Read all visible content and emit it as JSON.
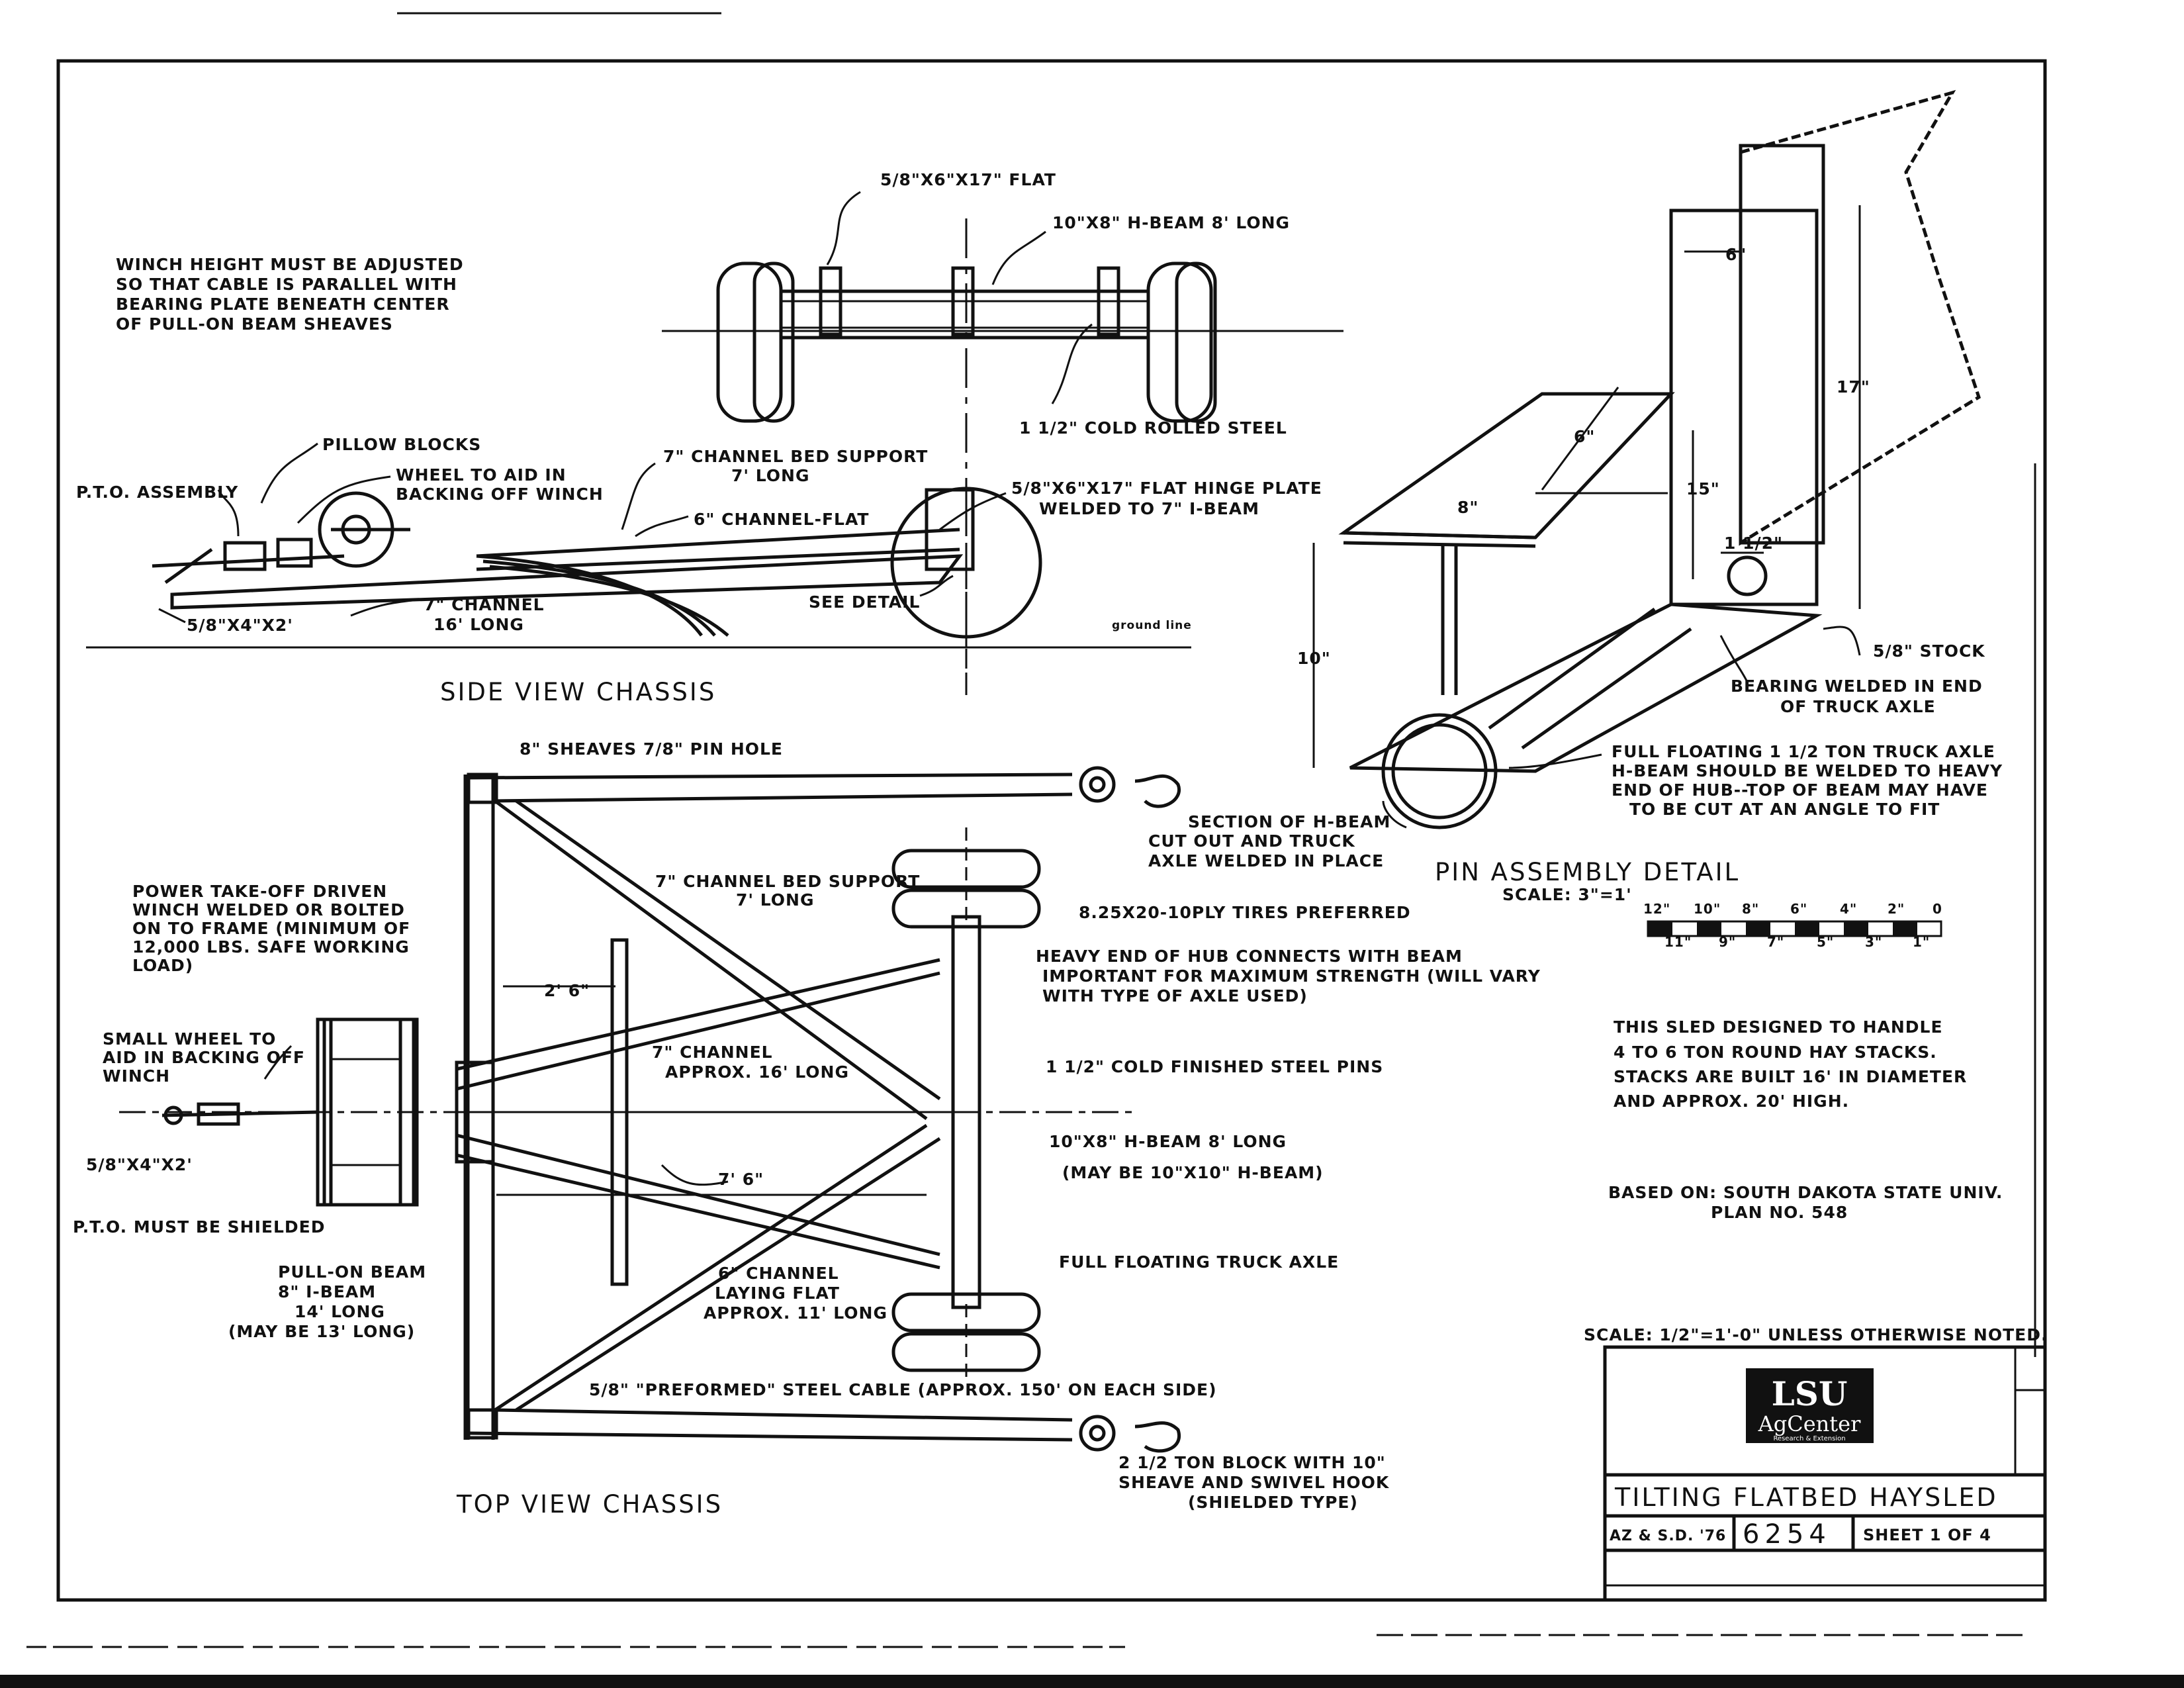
{
  "drawing": {
    "title": "TILTING FLATBED HAYSLED",
    "drawing_number": "6254",
    "origin": "AZ & S.D. '76",
    "sheet": "SHEET 1 OF 4",
    "general_scale": "SCALE: 1/2\"=1'-0\" UNLESS OTHERWISE NOTED.",
    "based_on_line1": "BASED ON: SOUTH DAKOTA STATE UNIV.",
    "based_on_line2": "PLAN NO. 548",
    "logo_text": "LSU AgCenter Research & Extension"
  },
  "notes": {
    "winch_height": [
      "WINCH HEIGHT MUST BE ADJUSTED",
      "SO THAT CABLE IS PARALLEL WITH",
      "BEARING PLATE BENEATH CENTER",
      "OF PULL-ON BEAM SHEAVES"
    ],
    "sled_design": [
      "THIS SLED DESIGNED TO HANDLE",
      "4 TO 6 TON ROUND HAY STACKS.",
      "STACKS ARE BUILT 16' IN DIAMETER",
      "AND APPROX. 20' HIGH."
    ]
  },
  "axle_view": {
    "flat": "5/8\"X6\"X17\" FLAT",
    "hbeam": "10\"X8\" H-BEAM 8' LONG",
    "steel": "1 1/2\" COLD ROLLED STEEL"
  },
  "side_view": {
    "title": "SIDE VIEW CHASSIS",
    "pillow_blocks": "PILLOW BLOCKS",
    "pto_assembly": "P.T.O. ASSEMBLY",
    "wheel_line1": "WHEEL TO AID IN",
    "wheel_line2": "BACKING OFF WINCH",
    "channel_bed_line1": "7\" CHANNEL BED SUPPORT",
    "channel_bed_line2": "7' LONG",
    "channel_flat": "6\" CHANNEL-FLAT",
    "hinge_plate_line1": "5/8\"X6\"X17\" FLAT HINGE PLATE",
    "hinge_plate_line2": "WELDED TO 7\" I-BEAM",
    "hitch": "5/8\"X4\"X2'",
    "channel_line1": "7\" CHANNEL",
    "channel_line2": "16' LONG",
    "see_detail": "SEE DETAIL",
    "ground_line": "ground line"
  },
  "pin_detail": {
    "title": "PIN ASSEMBLY DETAIL",
    "scale": "SCALE: 3\"=1'",
    "dim_6a": "6\"",
    "dim_17": "17\"",
    "dim_6b": "6\"",
    "dim_8": "8\"",
    "dim_15": "15\"",
    "dim_1half": "1 1/2\"",
    "dim_10": "10\"",
    "stock": "5/8\" STOCK",
    "bearing_line1": "BEARING WELDED IN END",
    "bearing_line2": "OF TRUCK AXLE",
    "axle_line1": "FULL FLOATING 1 1/2 TON TRUCK AXLE",
    "axle_line2": "H-BEAM SHOULD BE WELDED TO HEAVY",
    "axle_line3": "END OF HUB--TOP OF BEAM MAY HAVE",
    "axle_line4": "TO BE CUT AT AN ANGLE TO FIT",
    "section_line1": "SECTION OF H-BEAM",
    "section_line2": "CUT OUT AND TRUCK",
    "section_line3": "AXLE WELDED IN PLACE",
    "scale_bar_top": [
      "12\"",
      "10\"",
      "8\"",
      "6\"",
      "4\"",
      "2\"",
      "0"
    ],
    "scale_bar_bottom": [
      "11\"",
      "9\"",
      "7\"",
      "5\"",
      "3\"",
      "1\""
    ]
  },
  "top_view": {
    "title": "TOP VIEW CHASSIS",
    "sheaves": "8\" SHEAVES 7/8\" PIN HOLE",
    "channel_bed_line1": "7\" CHANNEL BED SUPPORT",
    "channel_bed_line2": "7' LONG",
    "tires": "8.25X20-10PLY TIRES PREFERRED",
    "hub_line1": "HEAVY END OF HUB CONNECTS WITH BEAM",
    "hub_line2": "IMPORTANT FOR MAXIMUM STRENGTH (WILL VARY",
    "hub_line3": "WITH TYPE OF AXLE USED)",
    "pins": "1 1/2\" COLD FINISHED STEEL PINS",
    "hbeam_line1": "10\"X8\" H-BEAM 8' LONG",
    "hbeam_line2": "(MAY BE 10\"X10\" H-BEAM)",
    "full_axle": "FULL FLOATING TRUCK AXLE",
    "pto_line1": "POWER TAKE-OFF DRIVEN",
    "pto_line2": "WINCH WELDED OR BOLTED",
    "pto_line3": "ON TO FRAME (MINIMUM OF",
    "pto_line4": "12,000 LBS. SAFE WORKING",
    "pto_line5": "LOAD)",
    "small_wheel_line1": "SMALL WHEEL TO",
    "small_wheel_line2": "AID IN BACKING OFF",
    "small_wheel_line3": "WINCH",
    "hitch": "5/8\"X4\"X2'",
    "shielded": "P.T.O. MUST BE SHIELDED",
    "dim_2_6": "2' 6\"",
    "channel_approx_line1": "7\" CHANNEL",
    "channel_approx_line2": "APPROX. 16' LONG",
    "dim_7_6": "7' 6\"",
    "pull_beam_line1": "PULL-ON BEAM",
    "pull_beam_line2": "8\" I-BEAM",
    "pull_beam_line3": "14' LONG",
    "pull_beam_line4": "(MAY BE 13' LONG)",
    "channel_flat_line1": "6\" CHANNEL",
    "channel_flat_line2": "LAYING FLAT",
    "channel_flat_line3": "APPROX. 11' LONG",
    "cable": "5/8\" \"PREFORMED\" STEEL CABLE (APPROX. 150' ON EACH SIDE)",
    "block_line1": "2 1/2 TON BLOCK WITH 10\"",
    "block_line2": "SHEAVE AND SWIVEL HOOK",
    "block_line3": "(SHIELDED TYPE)"
  }
}
